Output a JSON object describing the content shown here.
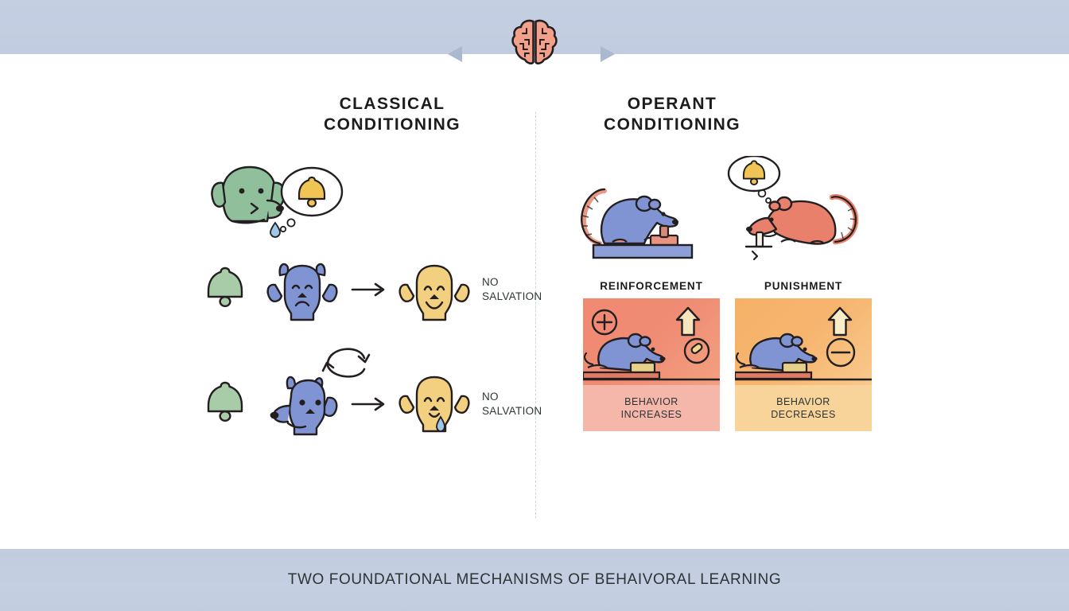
{
  "header": {
    "icon": "brain-icon",
    "left_arrow_icon": "triangle-left-icon",
    "right_arrow_icon": "triangle-right-icon",
    "band_color": "#c3cde1"
  },
  "columns": {
    "classical": {
      "title": "CLASSICAL\nCONDITIONING",
      "hero": {
        "animal_icon": "dog-head-icon",
        "animal_color": "#8fbf9b",
        "drool_icon": "water-drop-icon",
        "thought_icon": "bell-icon",
        "thought_bell_color": "#f0c555"
      },
      "rows": [
        {
          "stimulus_icon": "bell-icon",
          "stimulus_color": "#a8cba8",
          "subject_icon": "dog-sad-icon",
          "subject_color": "#8094d4",
          "arrow_icon": "arrow-right-icon",
          "result_icon": "dog-happy-icon",
          "result_color": "#f3d07f",
          "label": "NO\nSALVATION"
        },
        {
          "stimulus_icon": "bell-icon",
          "stimulus_color": "#a8cba8",
          "subject_icon": "dog-profile-icon",
          "subject_color": "#8094d4",
          "loop_icon": "circular-arrow-icon",
          "arrow_icon": "arrow-right-icon",
          "result_icon": "dog-drooling-icon",
          "result_color": "#f3d07f",
          "label": "NO\nSALVATION"
        }
      ]
    },
    "operant": {
      "title": "OPERANT\nCONDITIONING",
      "hero_left": {
        "animal_icon": "rat-pressing-lever-icon",
        "animal_color": "#8094d4",
        "platform_color": "#8d9ed8",
        "lever_color": "#e8927f"
      },
      "hero_right": {
        "animal_icon": "rat-facing-left-icon",
        "animal_color": "#e8806b",
        "thought_icon": "bell-icon",
        "thought_bell_color": "#f0c555",
        "lever_icon": "lever-icon"
      },
      "cards": [
        {
          "title": "REINFORCEMENT",
          "accent_color": "#ef8a73",
          "footer_color": "#f6b7ab",
          "badges": [
            "plus-circle-icon",
            "arrow-up-icon",
            "pellet-circle-icon"
          ],
          "scene_icon": "rat-pressing-lever-icon",
          "outcome": "BEHAVIOR\nINCREASES"
        },
        {
          "title": "PUNISHMENT",
          "accent_color": "#f5b167",
          "footer_color": "#f8d49b",
          "badges": [
            "arrow-up-icon",
            "minus-circle-icon"
          ],
          "scene_icon": "rat-pressing-lever-icon",
          "outcome": "BEHAVIOR\nDECREASES"
        }
      ]
    }
  },
  "footer": {
    "caption": "TWO FOUNDATIONAL MECHANISMS OF BEHAIVORAL LEARNING",
    "band_color": "#c3cde1"
  }
}
